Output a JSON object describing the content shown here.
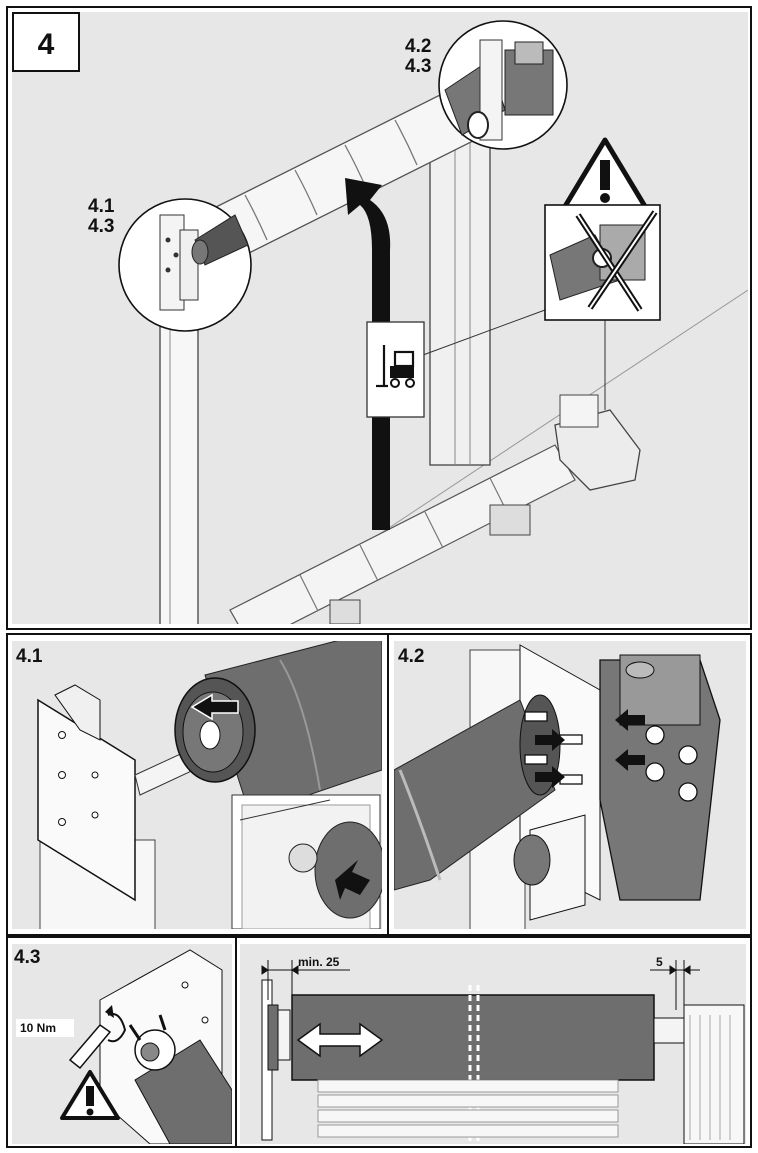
{
  "main": {
    "step": "4",
    "callouts": [
      "4.1",
      "4.2",
      "4.3"
    ]
  },
  "panels": {
    "p41": {
      "label": "4.1"
    },
    "p42": {
      "label": "4.2"
    },
    "p43": {
      "label": "4.3",
      "torque": "10 Nm",
      "dim_min": "min. 25",
      "dim_gap": "5"
    }
  },
  "colors": {
    "panel_bg": "#e7e7e7",
    "roller": "#6e6e6e",
    "outline": "#111111",
    "white": "#ffffff"
  },
  "icons": [
    "warning-triangle-icon",
    "forklift-icon",
    "lift-arrow-icon",
    "direction-arrow-icon",
    "double-arrow-icon",
    "wrench-icon"
  ]
}
